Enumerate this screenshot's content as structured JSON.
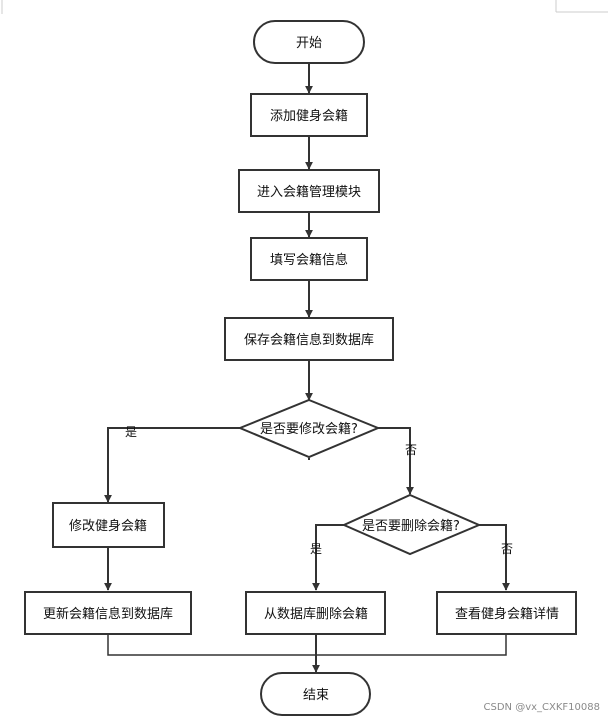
{
  "flowchart": {
    "start": "开始",
    "add_membership": "添加健身会籍",
    "enter_module": "进入会籍管理模块",
    "fill_info": "填写会籍信息",
    "save_db": "保存会籍信息到数据库",
    "q_modify": "是否要修改会籍?",
    "modify": "修改健身会籍",
    "update_db": "更新会籍信息到数据库",
    "q_delete": "是否要删除会籍?",
    "delete_db": "从数据库删除会籍",
    "view_detail": "查看健身会籍详情",
    "end": "结束"
  },
  "edge_labels": {
    "modify_yes": "是",
    "modify_no": "否",
    "delete_yes": "是",
    "delete_no": "否"
  },
  "watermark": "CSDN @vx_CXKF10088"
}
